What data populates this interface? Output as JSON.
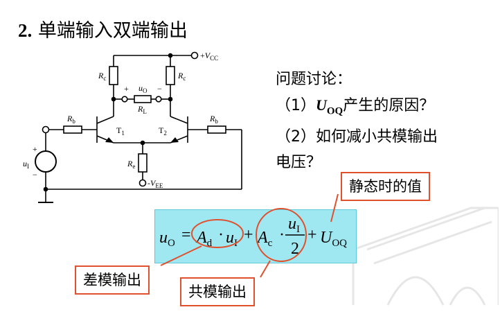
{
  "title": {
    "num": "2.",
    "text": "单端输入双端输出"
  },
  "circuit": {
    "vcc_sign": "+",
    "vcc": "V",
    "vcc_sub": "CC",
    "vee_sign": "-",
    "vee": "V",
    "vee_sub": "EE",
    "rc_left": "R",
    "rc_left_sub": "c",
    "rc_right": "R",
    "rc_right_sub": "c",
    "rl": "R",
    "rl_sub": "L",
    "uo": "u",
    "uo_sub": "O",
    "uo_plus": "+",
    "uo_minus": "−",
    "rb_left": "R",
    "rb_left_sub": "b",
    "rb_right": "R",
    "rb_right_sub": "b",
    "t1": "T",
    "t1_sub": "1",
    "t2": "T",
    "t2_sub": "2",
    "re": "R",
    "re_sub": "e",
    "ui": "u",
    "ui_sub": "I",
    "ui_plus": "+",
    "ui_minus": "−"
  },
  "questions": {
    "heading": "问题讨论：",
    "q1_prefix": "（1）",
    "q1_symbol": "U",
    "q1_symbol_sub": "OQ",
    "q1_suffix": "产生的原因？",
    "q2_line1": "（2）如何减小共模输出",
    "q2_line2": "电压？"
  },
  "formula": {
    "lhs": "u",
    "lhs_sub": "O",
    "eq": "=",
    "ad": "A",
    "ad_sub": "d",
    "dot1": "·",
    "ui": "u",
    "ui_sub": "I",
    "plus1": "+",
    "ac": "A",
    "ac_sub": "c",
    "dot2": "·",
    "frac_num": "u",
    "frac_num_sub": "I",
    "frac_den": "2",
    "plus2": "+",
    "uoq": "U",
    "uoq_sub": "OQ"
  },
  "callouts": {
    "static": "静态时的值",
    "diff": "差模输出",
    "common": "共模输出"
  },
  "colors": {
    "callout_border": "#e0502d",
    "formula_bg": "#9fe8f2"
  }
}
